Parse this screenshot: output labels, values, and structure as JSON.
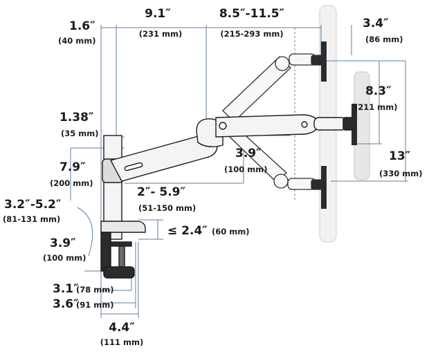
{
  "dimensions": {
    "d1_6": {
      "imperial": "1.6″",
      "metric": "(40 mm)"
    },
    "d9_1": {
      "imperial": "9.1″",
      "metric": "(231 mm)"
    },
    "d8_5": {
      "imperial": "8.5″-11.5″",
      "metric": "(215-293 mm)"
    },
    "d3_4": {
      "imperial": "3.4″",
      "metric": "(86 mm)"
    },
    "d8_3": {
      "imperial": "8.3″",
      "metric": "(211 mm)"
    },
    "d13": {
      "imperial": "13″",
      "metric": "(330 mm)"
    },
    "d1_38": {
      "imperial": "1.38″",
      "metric": "(35 mm)"
    },
    "d7_9": {
      "imperial": "7.9″",
      "metric": "(200 mm)"
    },
    "d3_9_arm": {
      "imperial": "3.9″",
      "metric": "(100 mm)"
    },
    "d2_5_9": {
      "imperial": "2″- 5.9″",
      "metric": "(51-150 mm)"
    },
    "d3_2": {
      "imperial": "3.2″-5.2″",
      "metric": "(81-131 mm)"
    },
    "d2_4": {
      "imperial": "≤ 2.4″",
      "metric": "(60 mm)"
    },
    "d3_9_clamp": {
      "imperial": "3.9″",
      "metric": "(100 mm)"
    },
    "d3_1": {
      "imperial": "3.1″",
      "metric": "(78 mm)"
    },
    "d3_6": {
      "imperial": "3.6″",
      "metric": "(91 mm)"
    },
    "d4_4": {
      "imperial": "4.4″",
      "metric": "(111 mm)"
    }
  },
  "colors": {
    "dimension_line": "#5b7fa6",
    "arm_outline": "#1a1a1a",
    "arm_fill": "#f4f4f4",
    "dark_part": "#2b2b2b",
    "screen": "#e9e9e9"
  }
}
